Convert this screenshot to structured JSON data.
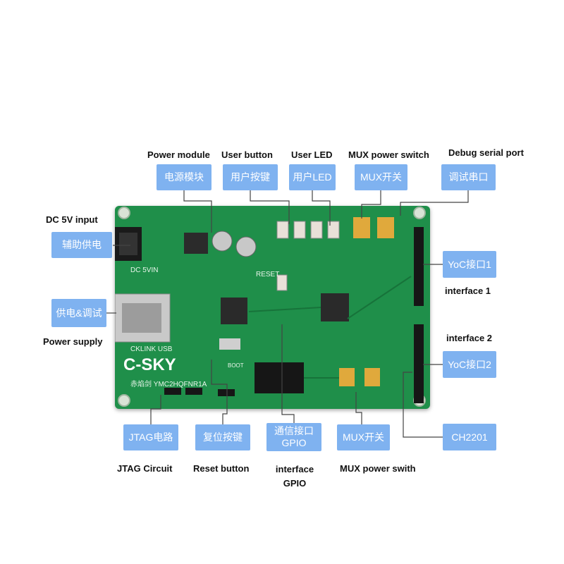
{
  "board_silkscreen": {
    "logo": "C-SKY",
    "model": "赤焰剑 YMC2HQFNR1A",
    "dc_label": "DC 5VIN",
    "usb_label": "CKLINK USB",
    "reset_label": "RESET",
    "boot_label": "BOOT"
  },
  "callouts": {
    "power_module": {
      "box": "电源模块",
      "caption": "Power module"
    },
    "user_button": {
      "box": "用户按键",
      "caption": "User button"
    },
    "user_led": {
      "box": "用户LED",
      "caption": "User LED"
    },
    "mux_switch_top": {
      "box": "MUX开关",
      "caption": "MUX power switch"
    },
    "debug_serial": {
      "box": "调试串口",
      "caption": "Debug serial port"
    },
    "dc_input": {
      "box": "辅助供电",
      "caption": "DC 5V input"
    },
    "power_supply": {
      "box": "供电&调试",
      "caption": "Power supply"
    },
    "yoc1": {
      "box": "YoC接口1",
      "caption": "interface 1"
    },
    "yoc2": {
      "box": "YoC接口2",
      "caption": "interface 2"
    },
    "jtag": {
      "box": "JTAG电路",
      "caption": "JTAG Circuit"
    },
    "reset": {
      "box": "复位按键",
      "caption": "Reset button"
    },
    "gpio": {
      "box": "通信接口\nGPIO",
      "caption": "interface\nGPIO"
    },
    "mux_switch_bottom": {
      "box": "MUX开关",
      "caption": "MUX power swith"
    },
    "ch2201": {
      "box": "CH2201"
    }
  },
  "colors": {
    "board": "#1f8f4a",
    "box": "#7fb2f0",
    "leader": "#444444"
  }
}
